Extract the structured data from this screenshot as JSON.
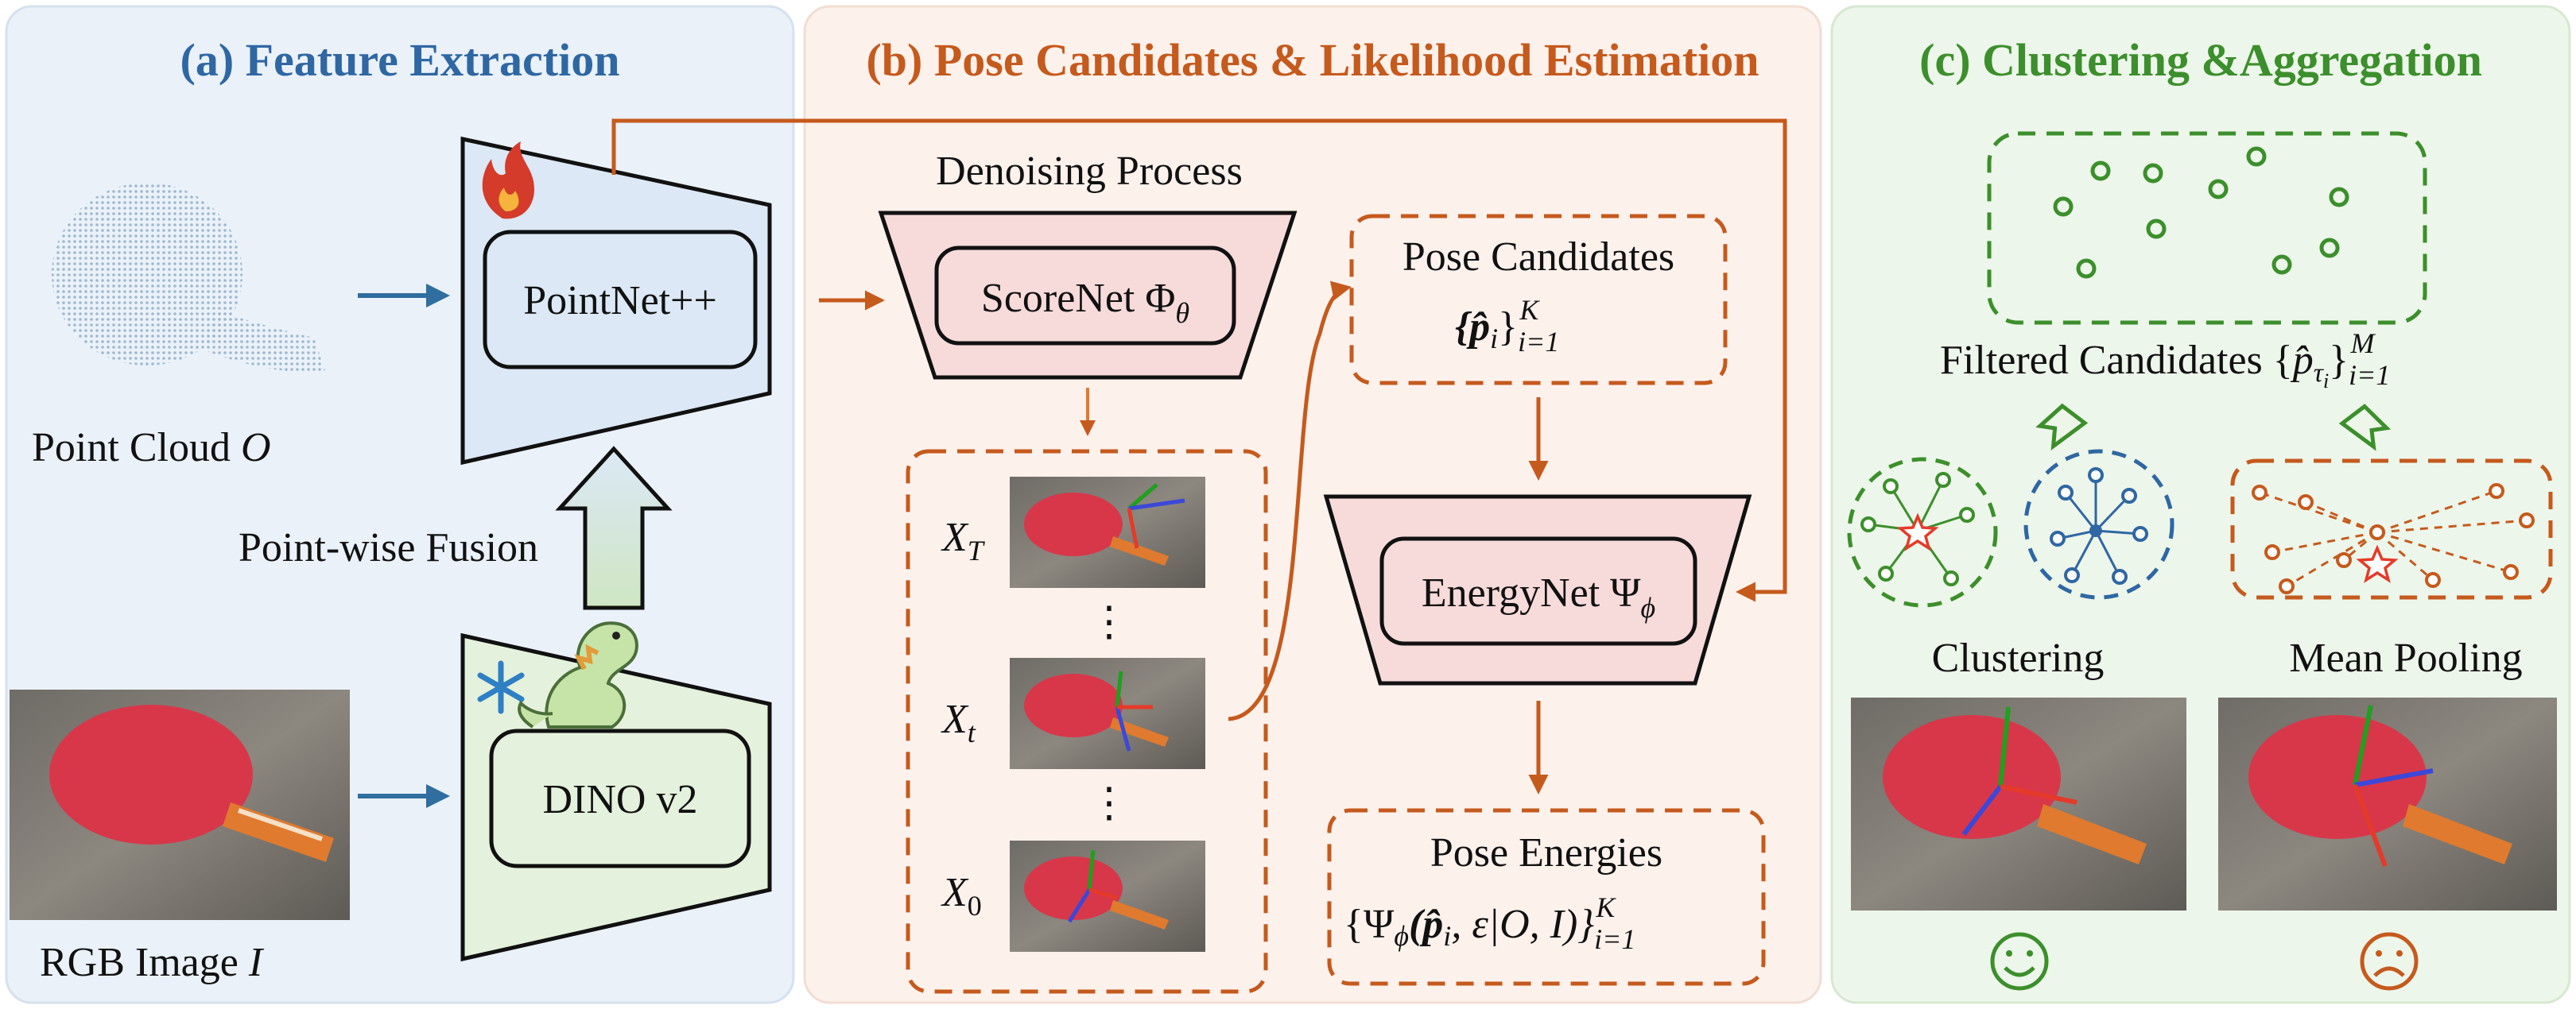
{
  "panels": {
    "a": {
      "title": "(a) Feature Extraction",
      "color": "#2f67a3",
      "bg": "#eaf1f9"
    },
    "b": {
      "title": "(b) Pose Candidates & Likelihood Estimation",
      "color": "#c55a1d",
      "bg": "#fdf1ec"
    },
    "c": {
      "title": "(c) Clustering &Aggregation",
      "color": "#3c8f2c",
      "bg": "#edf6ea"
    }
  },
  "feature_extraction": {
    "point_cloud_label": "Point Cloud ",
    "point_cloud_symbol": "O",
    "rgb_label": "RGB Image ",
    "rgb_symbol": "I",
    "pointnet_label": "PointNet++",
    "dino_label": "DINO v2",
    "fusion_label": "Point-wise Fusion",
    "trainable_icon": "flame-icon",
    "frozen_icon": "snowflake-icon",
    "dino_icon": "dinosaur-icon"
  },
  "pose_candidates": {
    "denoise_title": "Denoising Process",
    "scorenet_label": "ScoreNet Φ",
    "scorenet_sub": "θ",
    "x_T": "X",
    "x_T_sub": "T",
    "x_t": "X",
    "x_t_sub": "t",
    "x_0": "X",
    "x_0_sub": "0",
    "dots": "⋮",
    "candidates_title": "Pose Candidates",
    "candidates_formula": "{p̂",
    "candidates_formula_i": "i",
    "candidates_formula_close": "}",
    "candidates_sub": "i=1",
    "candidates_sup": "K",
    "energynet_label": "EnergyNet Ψ",
    "energynet_sub": "ϕ",
    "energies_title": "Pose Energies",
    "energies_formula_a": "{Ψ",
    "energies_formula_phi": "ϕ",
    "energies_formula_b": "(p̂",
    "energies_formula_i": "i",
    "energies_formula_c": ", ε|O, I)}",
    "energies_sub": "i=1",
    "energies_sup": "K"
  },
  "clustering": {
    "filtered_label": "Filtered Candidates {",
    "filtered_p": "p̂",
    "filtered_tau": "τ",
    "filtered_i": "i",
    "filtered_close": "}",
    "filtered_sub": "i=1",
    "filtered_sup": "M",
    "clustering_label": "Clustering",
    "pooling_label": "Mean Pooling",
    "happy_icon": "happy-face-icon",
    "sad_icon": "sad-face-icon"
  },
  "colors": {
    "arrow_blue": "#2f6e9e",
    "arrow_orange": "#c55a1d",
    "dash_orange": "#c55a1d",
    "dash_green": "#3c8f2c",
    "dash_blue": "#2f67a3",
    "pointnet_fill": "#dce8f5",
    "dino_fill": "#e4f1dc",
    "net_fill": "#f7dada",
    "paddle_red": "#d8374a"
  }
}
